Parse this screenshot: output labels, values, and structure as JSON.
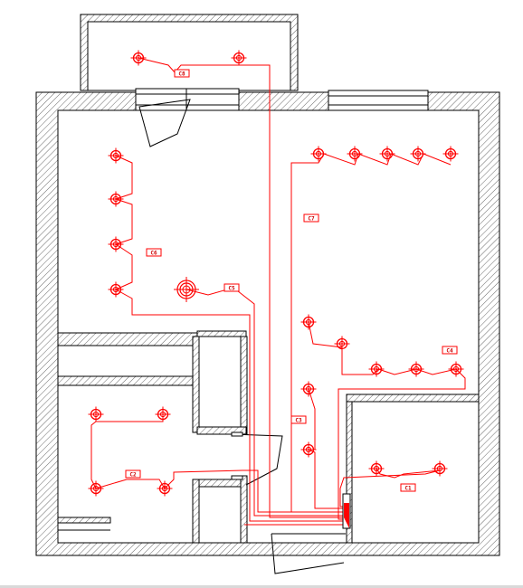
{
  "colors": {
    "wiring": "#ff0000",
    "walls": "#000000",
    "hatch": "#555555",
    "background": "#ffffff"
  },
  "circuit_labels": {
    "c1": "С1",
    "c2": "С2",
    "c3": "С3",
    "c4": "С4",
    "c5": "С5",
    "c6": "С6",
    "c7": "С7",
    "c8": "С8"
  },
  "symbols": {
    "fixture": "ceiling-light-icon",
    "large_fixture": "chandelier-icon",
    "panel": "distribution-panel-icon"
  }
}
